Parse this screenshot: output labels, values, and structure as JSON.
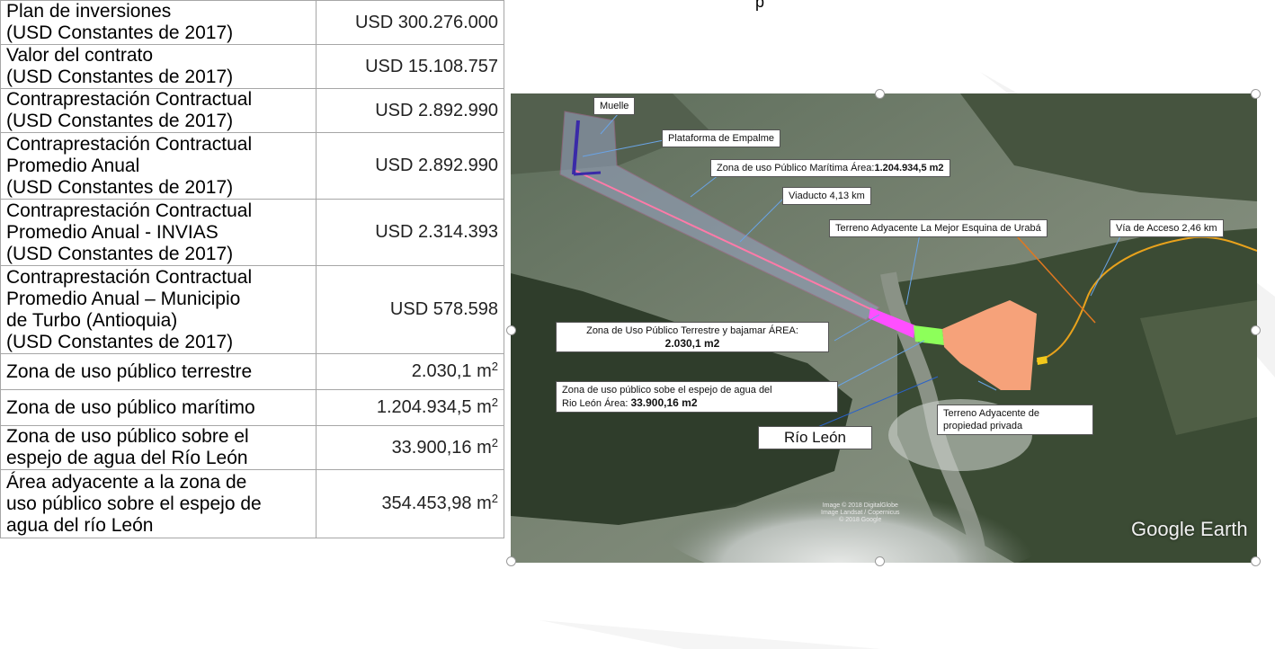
{
  "table": [
    {
      "label": [
        "Plan de inversiones",
        "(USD Constantes de 2017)"
      ],
      "value": "USD 300.276.000",
      "unit": ""
    },
    {
      "label": [
        "Valor del contrato",
        "(USD Constantes de 2017)"
      ],
      "value": "USD 15.108.757",
      "unit": ""
    },
    {
      "label": [
        "Contraprestación Contractual",
        "(USD Constantes de 2017)"
      ],
      "value": "USD 2.892.990",
      "unit": ""
    },
    {
      "label": [
        "Contraprestación Contractual",
        "Promedio Anual",
        "(USD Constantes de 2017)"
      ],
      "value": "USD 2.892.990",
      "unit": ""
    },
    {
      "label": [
        "Contraprestación Contractual",
        "Promedio Anual - INVIAS",
        "(USD Constantes de 2017)"
      ],
      "value": "USD 2.314.393",
      "unit": ""
    },
    {
      "label": [
        "Contraprestación Contractual",
        "Promedio Anual – Municipio",
        "de Turbo (Antioquia)",
        "(USD Constantes de 2017)"
      ],
      "value": "USD 578.598",
      "unit": ""
    },
    {
      "label": [
        "Zona de uso público terrestre"
      ],
      "value": "2.030,1 ",
      "unit": "m",
      "sup": "2"
    },
    {
      "label": [
        "Zona de uso público marítimo"
      ],
      "value": "1.204.934,5 ",
      "unit": "m",
      "sup": "2"
    },
    {
      "label": [
        "Zona de uso público sobre el",
        "espejo de agua del Río León"
      ],
      "value": "33.900,16 ",
      "unit": "m",
      "sup": "2"
    },
    {
      "label": [
        "Área adyacente a la zona de",
        "uso público sobre el espejo de",
        "agua del río León"
      ],
      "value": "354.453,98 ",
      "unit": "m",
      "sup": "2"
    }
  ],
  "map": {
    "muelle": "Muelle",
    "plataforma": "Plataforma de Empalme",
    "zona_maritima_prefix": "Zona de uso Público Marítima  Área:",
    "zona_maritima_value": "1.204.934,5 m2",
    "viaducto": "Viaducto 4,13 km",
    "terreno_esquina": "Terreno Adyacente La Mejor Esquina de Urabá",
    "via_acceso": "Vía de Acceso 2,46 km",
    "zona_terrestre_line1": "Zona de Uso Público Terrestre y bajamar ÁREA:",
    "zona_terrestre_value": "2.030,1 m2",
    "zona_espejo_line1": "Zona de uso público sobe el espejo de agua del",
    "zona_espejo_line2_prefix": "Rio León Área: ",
    "zona_espejo_value": "33.900,16 m2",
    "terreno_privado_line1": "Terreno Adyacente de",
    "terreno_privado_line2": "propiedad privada",
    "rio_leon": "Río León",
    "google_earth": "Google Earth",
    "credit_lines": [
      "Image © 2018 DigitalGlobe",
      "Image Landsat / Copernicus",
      "© 2018 Google"
    ]
  },
  "top_mark": "p"
}
